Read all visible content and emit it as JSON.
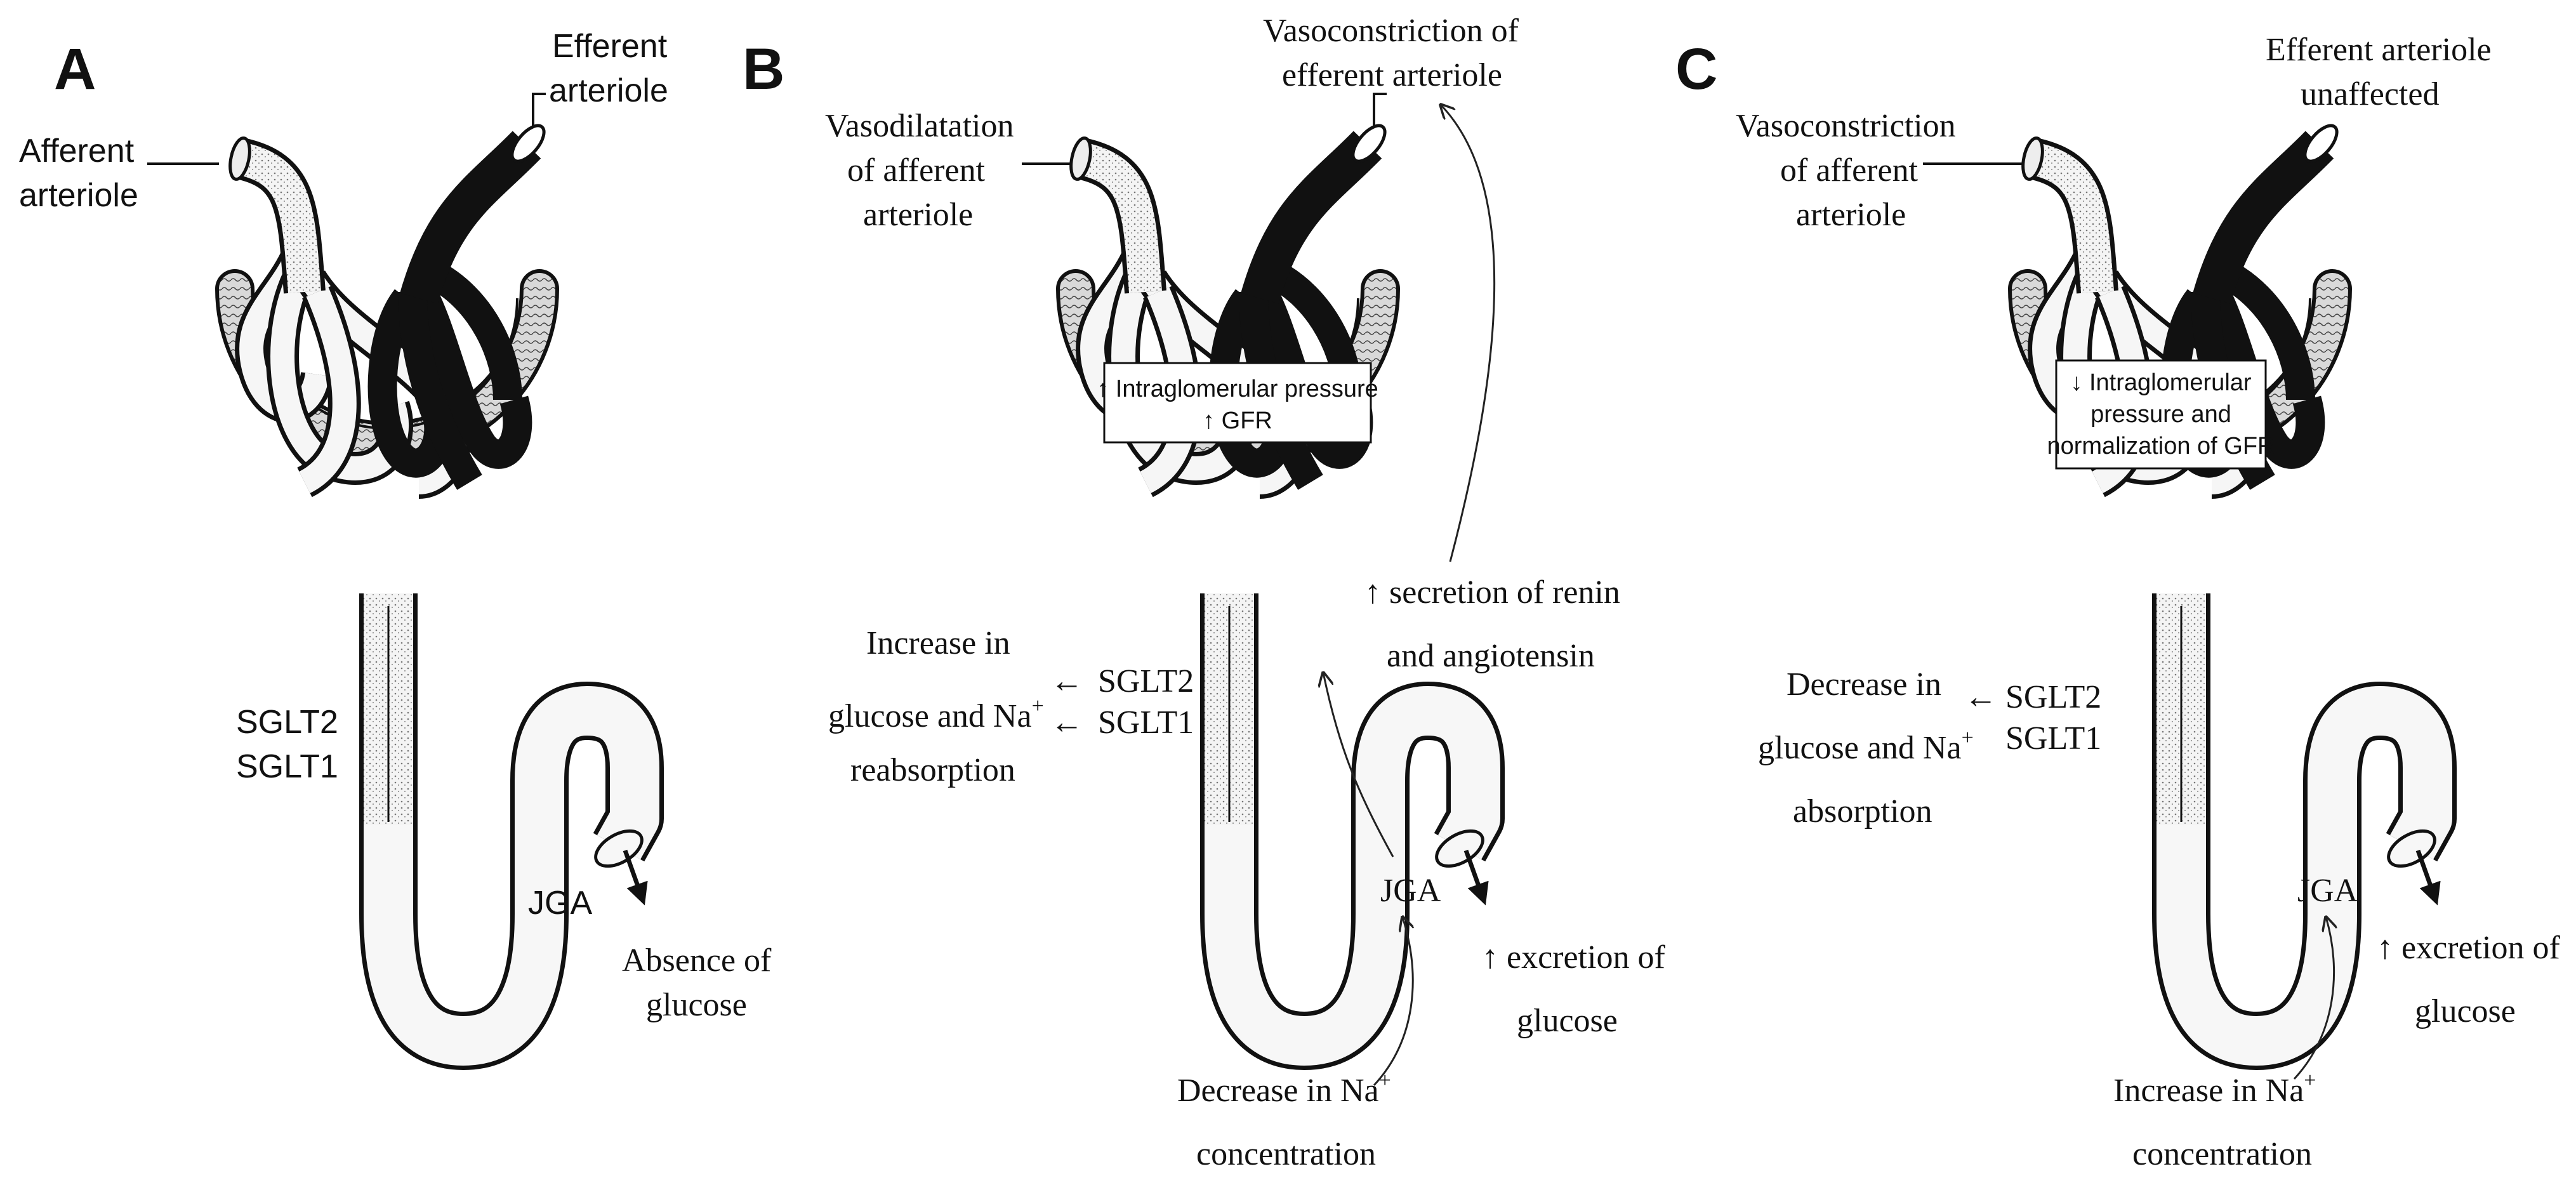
{
  "panels": {
    "a": {
      "letter": "A",
      "afferent": [
        "Afferent",
        "arteriole"
      ],
      "efferent": [
        "Efferent",
        "arteriole"
      ],
      "transporters": [
        "SGLT2",
        "SGLT1"
      ],
      "jga": "JGA",
      "outcome": [
        "Absence of",
        "glucose"
      ]
    },
    "b": {
      "letter": "B",
      "afferent": [
        "Vasodilatation",
        "of afferent",
        "arteriole"
      ],
      "efferent": [
        "Vasoconstriction of",
        "efferent arteriole"
      ],
      "box": [
        "↑ Intraglomerular pressure",
        "↑ GFR"
      ],
      "renin": [
        "↑ secretion of renin",
        "and angiotensin"
      ],
      "reabsorption": [
        "Increase in",
        "glucose and Na",
        "+",
        "reabsorption"
      ],
      "arrow_glyph": "←",
      "transporters": [
        "SGLT2",
        "SGLT1"
      ],
      "jga": "JGA",
      "outcome": [
        "↑ excretion of",
        "glucose"
      ],
      "sodium": [
        "Decrease in Na",
        "+",
        "concentration"
      ]
    },
    "c": {
      "letter": "C",
      "afferent": [
        "Vasoconstriction",
        "of afferent",
        "arteriole"
      ],
      "efferent": [
        "Efferent arteriole",
        "unaffected"
      ],
      "box": [
        "↓ Intraglomerular",
        "pressure and",
        "normalization of GFR"
      ],
      "absorption": [
        "Decrease in",
        "glucose and Na",
        "+",
        "absorption"
      ],
      "arrow_glyph": "←",
      "transporters": [
        "SGLT2",
        "SGLT1"
      ],
      "jga": "JGA",
      "outcome": [
        "↑ excretion of",
        "glucose"
      ],
      "sodium": [
        "Increase in Na",
        "+",
        "concentration"
      ]
    }
  }
}
